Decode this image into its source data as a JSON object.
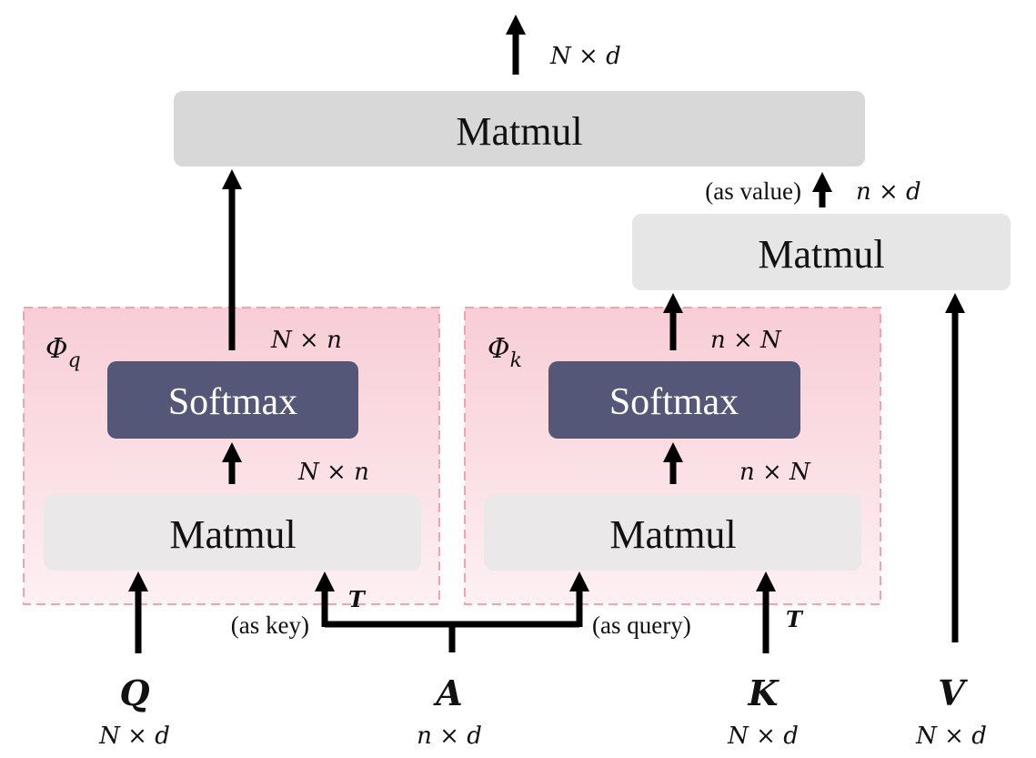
{
  "blocks": {
    "top_matmul": "Matmul",
    "right_matmul": "Matmul",
    "left_matmul": "Matmul",
    "mid_matmul": "Matmul",
    "left_softmax": "Softmax",
    "mid_softmax": "Softmax"
  },
  "regions": {
    "phi_q": {
      "symbol": "Φ",
      "subscript": "q"
    },
    "phi_k": {
      "symbol": "Φ",
      "subscript": "k"
    }
  },
  "dims": {
    "output": "N × d",
    "as_value_dim": "n × d",
    "left_softmax_out": "N × n",
    "left_softmax_in": "N × n",
    "mid_softmax_out": "n × N",
    "mid_softmax_in": "n × N"
  },
  "annotations": {
    "as_value": "(as value)",
    "as_key": "(as key)",
    "as_query": "(as query)",
    "transpose_a": "T",
    "transpose_k": "T"
  },
  "inputs": [
    {
      "symbol": "Q",
      "dim": "N × d"
    },
    {
      "symbol": "A",
      "dim": "n × d"
    },
    {
      "symbol": "K",
      "dim": "N × d"
    },
    {
      "symbol": "V",
      "dim": "N × d"
    }
  ],
  "colors": {
    "top_block": "#d8d8d8",
    "right_block": "#e6e6e6",
    "inner_block": "#ebe8ea",
    "softmax": "#555779",
    "region_top": "#f8cdd6",
    "region_bottom": "#fdf0f3",
    "region_border": "#f2a3b0",
    "arrow": "#000000"
  }
}
